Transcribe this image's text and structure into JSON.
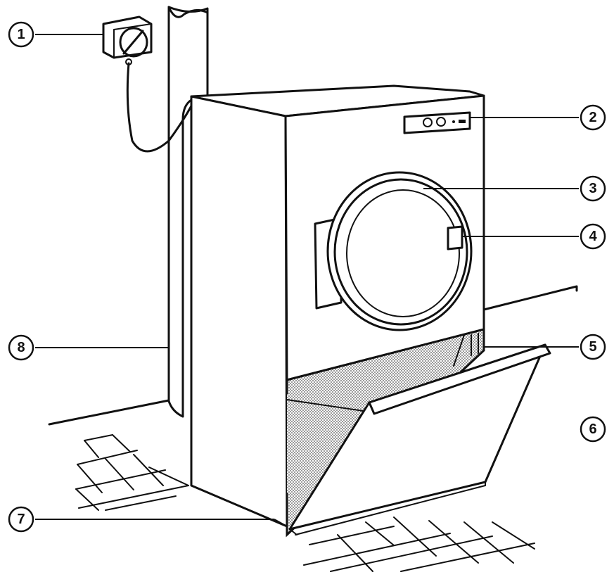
{
  "diagram": {
    "callouts": [
      {
        "id": "1",
        "label": "1",
        "part": "wall-switch"
      },
      {
        "id": "2",
        "label": "2",
        "part": "control-panel"
      },
      {
        "id": "3",
        "label": "3",
        "part": "door"
      },
      {
        "id": "4",
        "label": "4",
        "part": "door-handle"
      },
      {
        "id": "5",
        "label": "5",
        "part": "lint-filter"
      },
      {
        "id": "6",
        "label": "6",
        "part": "lint-filter-hatch"
      },
      {
        "id": "7",
        "label": "7",
        "part": "machine-base"
      },
      {
        "id": "8",
        "label": "8",
        "part": "exhaust-duct"
      }
    ],
    "colors": {
      "ink": "#111111",
      "paper": "#ffffff",
      "filter_mesh": "#9a9a9a"
    }
  }
}
